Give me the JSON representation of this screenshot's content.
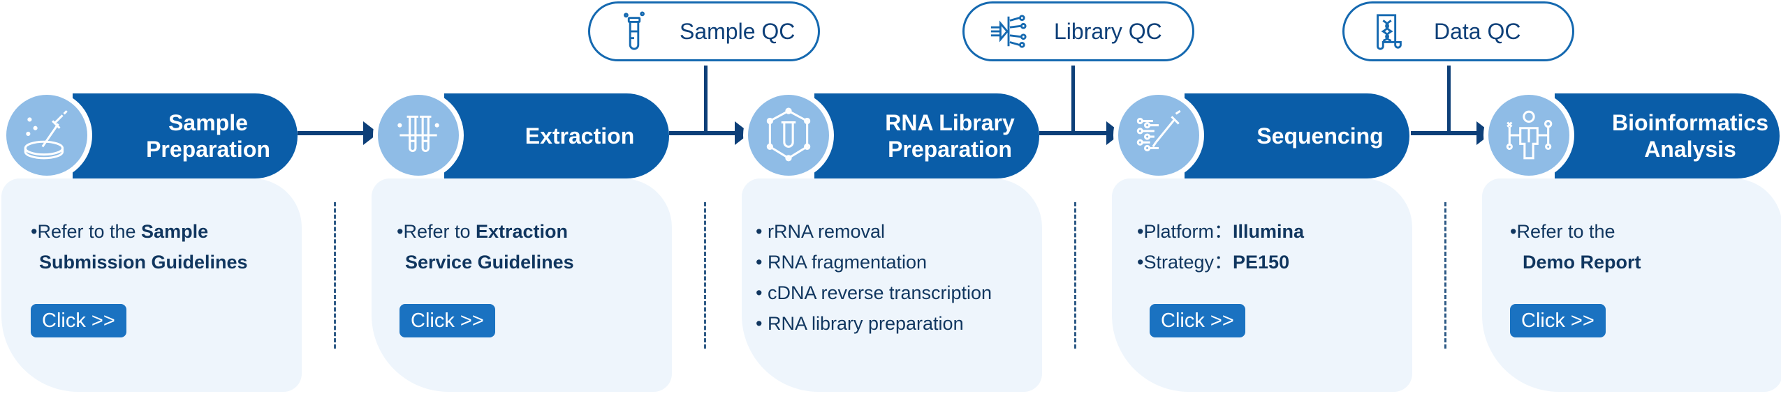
{
  "qc_stages": [
    {
      "label": "Sample QC",
      "icon": "test-tube-icon"
    },
    {
      "label": "Library QC",
      "icon": "signal-filter-icon"
    },
    {
      "label": "Data QC",
      "icon": "dna-scroll-icon"
    }
  ],
  "steps": [
    {
      "title_lines": [
        "Sample",
        "Preparation"
      ],
      "icon": "dropper-petri-dish-icon"
    },
    {
      "title_lines": [
        "Extraction"
      ],
      "icon": "test-tubes-icon"
    },
    {
      "title_lines": [
        "RNA Library",
        "Preparation"
      ],
      "icon": "tube-network-icon"
    },
    {
      "title_lines": [
        "Sequencing"
      ],
      "icon": "pipette-sequence-icon"
    },
    {
      "title_lines": [
        "Bioinformatics",
        "Analysis"
      ],
      "icon": "person-analysis-icon"
    }
  ],
  "cards": [
    {
      "lines": [
        {
          "prefix": "•Refer to the ",
          "bold": "Sample"
        },
        {
          "prefix": "",
          "bold": "Submission Guidelines"
        }
      ],
      "button": "Click >>"
    },
    {
      "lines": [
        {
          "prefix": "•Refer to ",
          "bold": "Extraction"
        },
        {
          "prefix": "",
          "bold": "Service Guidelines"
        }
      ],
      "button": "Click >>"
    },
    {
      "lines": [
        {
          "prefix": "• rRNA removal",
          "bold": ""
        },
        {
          "prefix": "• RNA fragmentation",
          "bold": ""
        },
        {
          "prefix": "• cDNA reverse transcription",
          "bold": ""
        },
        {
          "prefix": "• RNA library preparation",
          "bold": ""
        }
      ],
      "button": ""
    },
    {
      "lines": [
        {
          "prefix": "•Platform：",
          "bold": "Illumina"
        },
        {
          "prefix": "•Strategy：",
          "bold": "PE150"
        }
      ],
      "button": "Click >>"
    },
    {
      "lines": [
        {
          "prefix": "•Refer to the",
          "bold": ""
        },
        {
          "prefix": "",
          "bold": "Demo Report"
        }
      ],
      "button": "Click >>"
    }
  ],
  "colors": {
    "pill": "#0a5da8",
    "circle": "#8fbce6",
    "card": "#eef5fc",
    "arrow": "#0d3f78",
    "button": "#1a72c1"
  }
}
